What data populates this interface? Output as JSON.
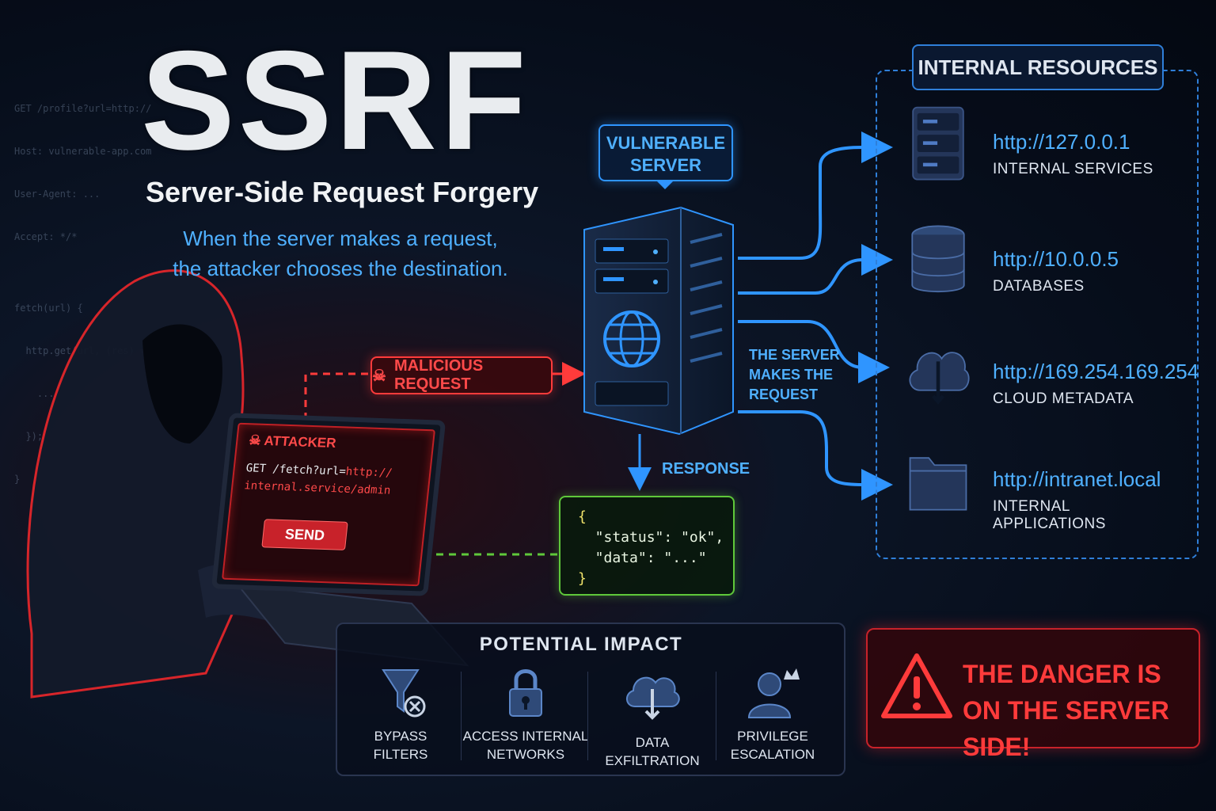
{
  "code_background": [
    "GET /profile?url=http://",
    "Host: vulnerable-app.com",
    "User-Agent: ...",
    "Accept: */*",
    "",
    "fetch(url) {",
    "  http.get(url, (res) => {",
    "    ...",
    "  });",
    "}"
  ],
  "header": {
    "title": "SSRF",
    "subtitle": "Server-Side Request Forgery",
    "tagline_line1": "When the server makes a request,",
    "tagline_line2": "the attacker chooses the destination."
  },
  "server": {
    "label_line1": "VULNERABLE",
    "label_line2": "SERVER",
    "icon": "globe-icon"
  },
  "malicious_request": {
    "label": "MALICIOUS REQUEST",
    "icon": "skull-icon"
  },
  "server_makes": {
    "line1": "THE SERVER",
    "line2": "MAKES THE",
    "line3": "REQUEST"
  },
  "response": {
    "label": "RESPONSE",
    "json_open": "{",
    "json_line1": "  \"status\": \"ok\",",
    "json_line2": "  \"data\": \"...\"",
    "json_close": "}"
  },
  "attacker": {
    "label": "ATTACKER",
    "request_prefix": "GET /fetch?url=",
    "request_url_part1": "http://",
    "request_url_part2": "internal.service/admin",
    "send_label": "SEND"
  },
  "internal_resources": {
    "title": "INTERNAL RESOURCES",
    "items": [
      {
        "url": "http://127.0.0.1",
        "desc": "INTERNAL SERVICES",
        "icon": "server-rack-icon"
      },
      {
        "url": "http://10.0.0.5",
        "desc": "DATABASES",
        "icon": "database-icon"
      },
      {
        "url": "http://169.254.169.254",
        "desc": "CLOUD METADATA",
        "icon": "cloud-icon"
      },
      {
        "url": "http://intranet.local",
        "desc": "INTERNAL APPLICATIONS",
        "icon": "folder-icon"
      }
    ]
  },
  "impact": {
    "title": "POTENTIAL IMPACT",
    "items": [
      {
        "line1": "BYPASS",
        "line2": "FILTERS",
        "icon": "filter-blocked-icon"
      },
      {
        "line1": "ACCESS INTERNAL",
        "line2": "NETWORKS",
        "icon": "lock-icon"
      },
      {
        "line1": "DATA EXFILTRATION",
        "line2": "",
        "icon": "cloud-download-icon"
      },
      {
        "line1": "PRIVILEGE",
        "line2": "ESCALATION",
        "icon": "user-crown-icon"
      }
    ]
  },
  "danger": {
    "line1": "THE DANGER IS",
    "line2": "ON THE SERVER SIDE!",
    "icon": "warning-icon"
  },
  "colors": {
    "accent_blue": "#4fb0ff",
    "danger_red": "#ff3b3b",
    "success_green": "#5fc83a",
    "background": "#060d1a"
  }
}
